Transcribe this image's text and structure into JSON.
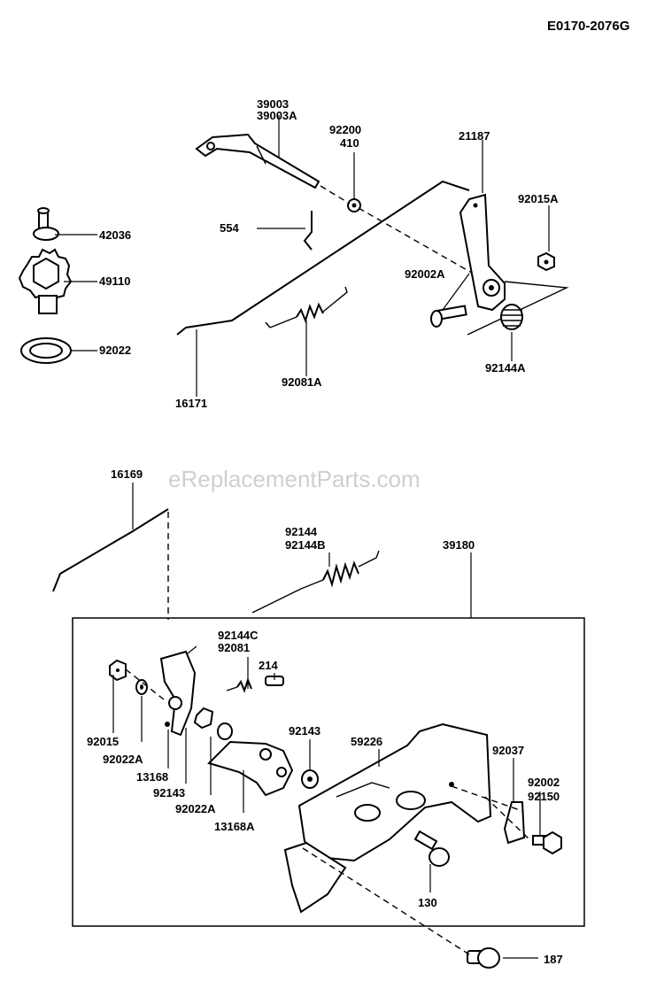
{
  "diagram_code": "E0170-2076G",
  "watermark": "eReplacementParts.com",
  "part_labels": {
    "p39003": "39003",
    "p39003A": "39003A",
    "p92200": "92200",
    "p410": "410",
    "p21187": "21187",
    "p42036": "42036",
    "p554": "554",
    "p92015A": "92015A",
    "p49110": "49110",
    "p92002A": "92002A",
    "p92022": "92022",
    "p92081A": "92081A",
    "p92144A": "92144A",
    "p16171": "16171",
    "p16169": "16169",
    "p92144": "92144",
    "p92144B": "92144B",
    "p39180": "39180",
    "p92144C": "92144C",
    "p92081": "92081",
    "p214": "214",
    "p59226": "59226",
    "p92143a": "92143",
    "p92015": "92015",
    "p92022Aa": "92022A",
    "p13168": "13168",
    "p92143b": "92143",
    "p92022Ab": "92022A",
    "p13168A": "13168A",
    "p92037": "92037",
    "p92002": "92002",
    "p92150": "92150",
    "p130": "130",
    "p187": "187"
  }
}
